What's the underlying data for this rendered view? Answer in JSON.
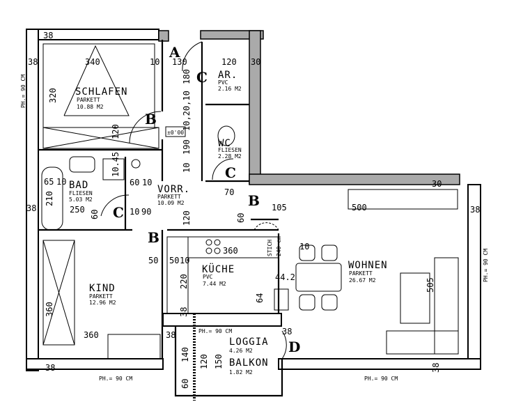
{
  "plan": {
    "level_marker": "±0'00",
    "rooms": {
      "schlafen": {
        "name": "SCHLAFEN",
        "floor": "PARKETT",
        "area": "10.88 M2"
      },
      "ar": {
        "name": "AR.",
        "floor": "PVC",
        "area": "2.16 M2"
      },
      "wc": {
        "name": "WC",
        "floor": "FLIESEN",
        "area": "2.28 M2"
      },
      "bad": {
        "name": "BAD",
        "floor": "FLIESEN",
        "area": "5.03 M2"
      },
      "vorr": {
        "name": "VORR.",
        "floor": "PARKETT",
        "area": "10.09 M2"
      },
      "kueche": {
        "name": "KÜCHE",
        "floor": "PVC",
        "area": "7.44 M2"
      },
      "wohnen": {
        "name": "WOHNEN",
        "floor": "PARKETT",
        "area": "26.67 M2"
      },
      "kind": {
        "name": "KIND",
        "floor": "PARKETT",
        "area": "12.96 M2"
      },
      "loggia": {
        "name": "LOGGIA",
        "area": "4.26 M2"
      },
      "balkon": {
        "name": "BALKON",
        "area": "1.82 M2"
      }
    },
    "door_marks": {
      "a": "A",
      "b": "B",
      "c": "C",
      "d": "D"
    },
    "notes": {
      "ph90": "PH.= 90 CM",
      "stich": "STICH",
      "stich_h": "240 cm"
    },
    "dims": {
      "d38": "38",
      "d340": "340",
      "d10": "10",
      "d130": "130",
      "d120": "120",
      "d320": "320",
      "d180": "180",
      "d190": "190",
      "d1020": "10,20,10",
      "d65": "65",
      "d210": "210",
      "d250": "250",
      "d60": "60",
      "d90": "90",
      "d70": "70",
      "d30": "30",
      "d105": "105",
      "d500": "500",
      "d360": "360",
      "d50": "50",
      "d220": "220",
      "d505": "505",
      "d140": "140",
      "d150": "150",
      "d442": "44.2",
      "d64": "64",
      "d1045": "10.45"
    }
  }
}
